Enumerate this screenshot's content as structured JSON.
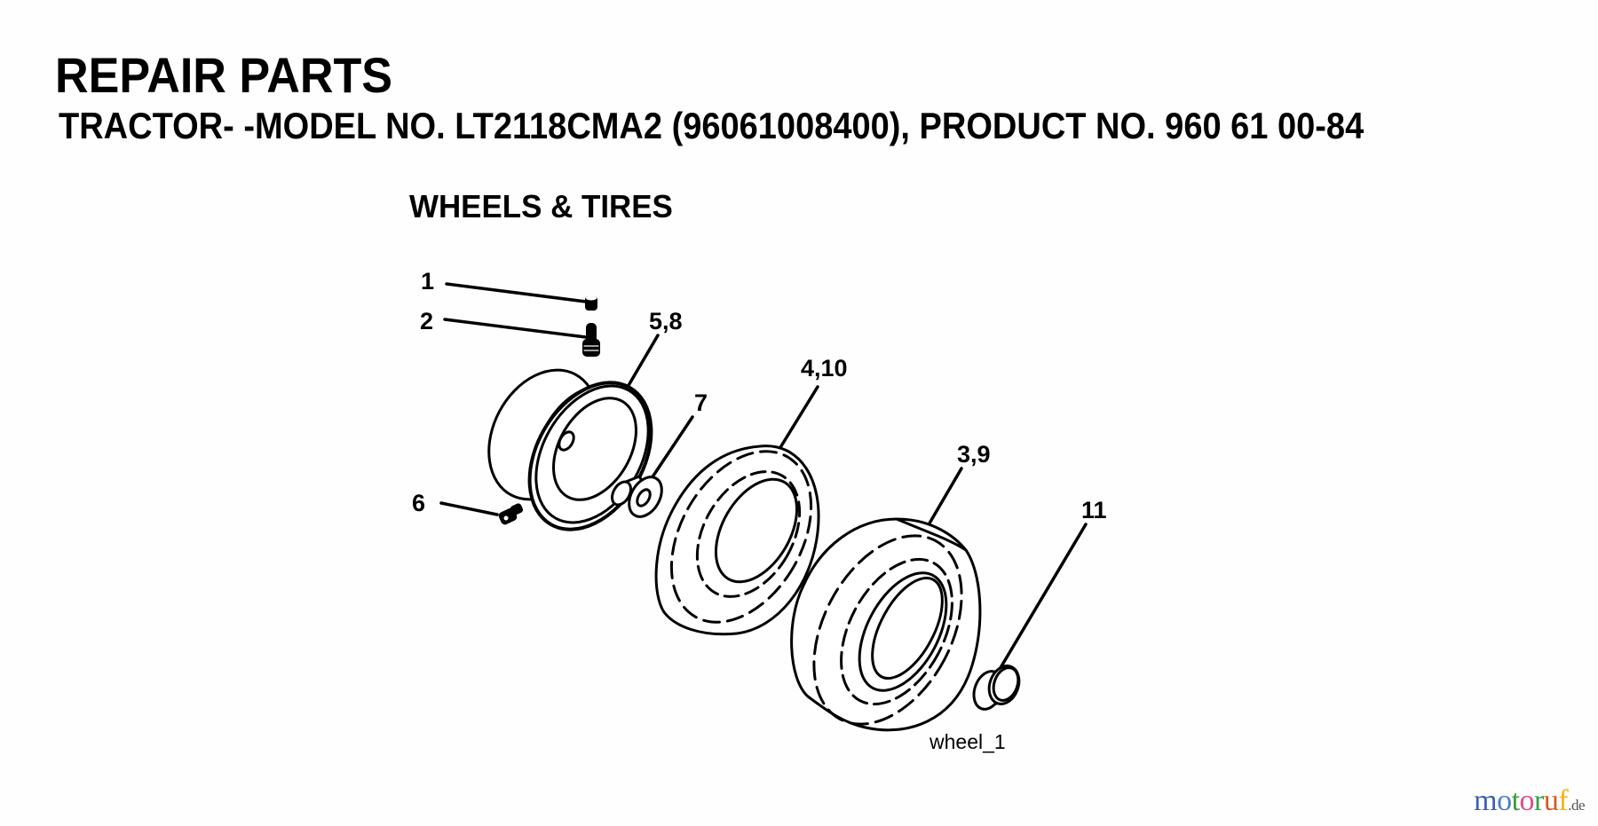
{
  "header": {
    "title": "REPAIR PARTS",
    "subtitle": "TRACTOR- -MODEL NO. LT2118CMA2 (96061008400), PRODUCT NO. 960 61 00-84"
  },
  "section": {
    "title": "WHEELS & TIRES"
  },
  "diagram": {
    "figure_ref": "wheel_1",
    "callouts": [
      {
        "label": "1",
        "part": "valve-cap"
      },
      {
        "label": "2",
        "part": "valve-stem"
      },
      {
        "label": "5,8",
        "part": "wheel-rim"
      },
      {
        "label": "7",
        "part": "bushing-flanged"
      },
      {
        "label": "4,10",
        "part": "front-tire"
      },
      {
        "label": "3,9",
        "part": "rear-tire"
      },
      {
        "label": "11",
        "part": "hub-cap"
      },
      {
        "label": "6",
        "part": "grease-fitting"
      }
    ]
  },
  "logo": {
    "letters": [
      {
        "ch": "m",
        "color": "#3b5fae"
      },
      {
        "ch": "o",
        "color": "#4a7fc8"
      },
      {
        "ch": "t",
        "color": "#3a9a3a"
      },
      {
        "ch": "o",
        "color": "#e04a8c"
      },
      {
        "ch": "r",
        "color": "#35a041"
      },
      {
        "ch": "u",
        "color": "#d9581f"
      },
      {
        "ch": "f",
        "color": "#f0b418"
      }
    ],
    "tld": ".de"
  }
}
